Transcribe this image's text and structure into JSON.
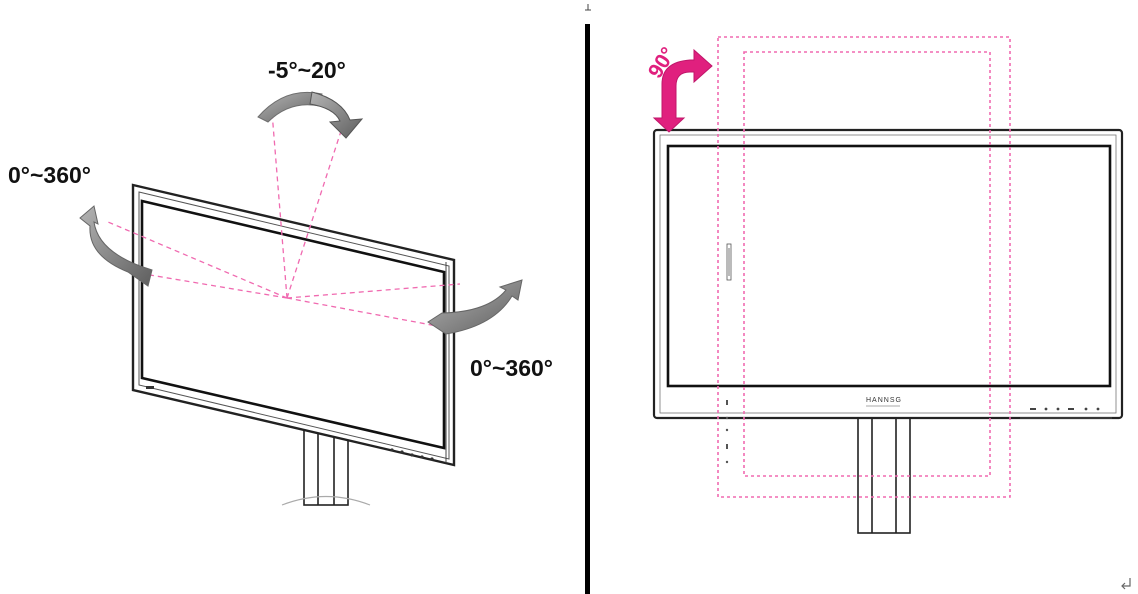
{
  "left_panel": {
    "tilt_label": "-5°~20°",
    "swivel_left_label": "0°~360°",
    "swivel_right_label": "0°~360°"
  },
  "right_panel": {
    "pivot_label": "90°",
    "brand_text": "HANNSG"
  },
  "colors": {
    "guide": "#f06ab0",
    "pivot_arrow": "#e0207e",
    "divider": "#000000",
    "arrow_gray": "#8c8c8c"
  },
  "icons": [
    "tilt-arrow-icon",
    "swivel-left-arrow-icon",
    "swivel-right-arrow-icon",
    "pivot-arrow-icon",
    "paragraph-mark-icon"
  ]
}
